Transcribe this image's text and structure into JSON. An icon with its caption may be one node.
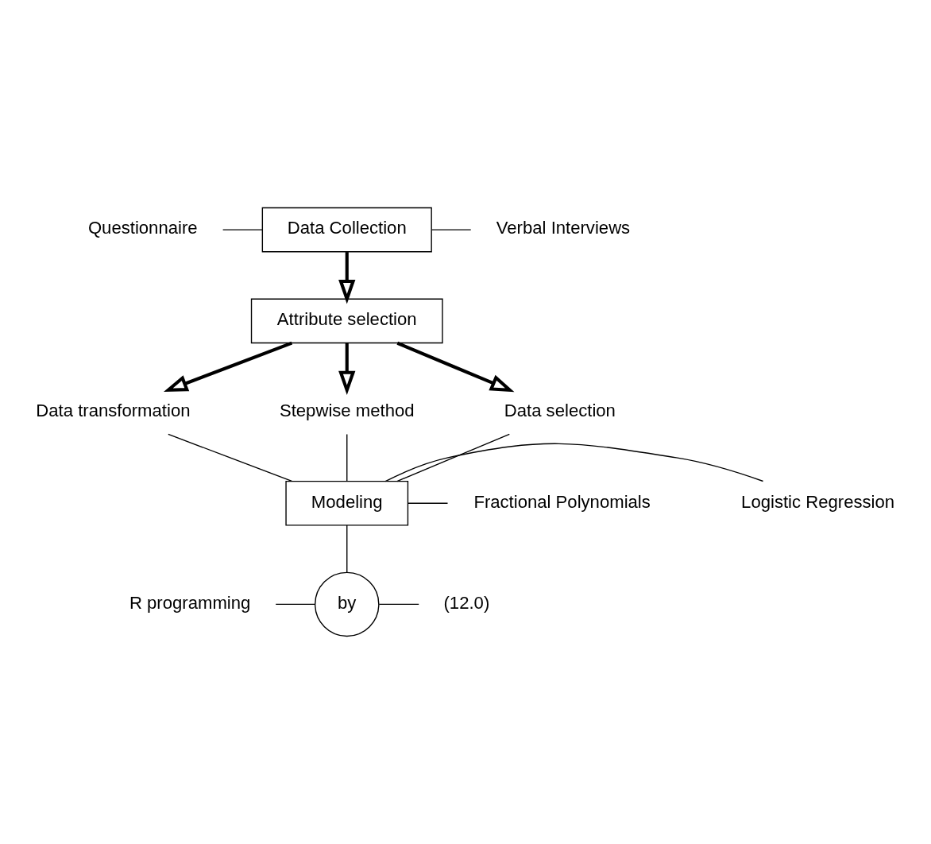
{
  "diagram": {
    "nodes": [
      {
        "text": [
          "Data Collection"
        ]
      },
      {
        "text": [
          "Questionnaire"
        ]
      },
      {
        "text": [
          "Verbal Interviews"
        ]
      },
      {
        "text": [
          "Attribute selection"
        ]
      },
      {
        "text": [
          "Data transformation"
        ]
      },
      {
        "text": [
          "Stepwise method"
        ]
      },
      {
        "text": [
          "Data selection"
        ]
      },
      {
        "text": [
          "Modeling"
        ]
      },
      {
        "text": [
          "Logistic Regression"
        ]
      },
      {
        "text": [
          "Fractional Polynomials"
        ]
      },
      {
        "text": [
          "by"
        ]
      },
      {
        "text": [
          "R programming"
        ]
      },
      {
        "text": [
          "(12.0)"
        ]
      }
    ],
    "edges": [
      {
        "from": 1,
        "to": 0,
        "arrow": "none"
      },
      {
        "from": 0,
        "to": 2,
        "arrow": "none"
      },
      {
        "from": 0,
        "to": 3,
        "arrow": "to",
        "style": "thick"
      },
      {
        "from": 3,
        "to": 4,
        "arrow": "to",
        "style": "thick"
      },
      {
        "from": 3,
        "to": 5,
        "arrow": "to",
        "style": "thick"
      },
      {
        "from": 3,
        "to": 6,
        "arrow": "to",
        "style": "thick"
      },
      {
        "from": 4,
        "to": 7,
        "arrow": "none"
      },
      {
        "from": 5,
        "to": 7,
        "arrow": "none"
      },
      {
        "from": 6,
        "to": 7,
        "arrow": "none"
      },
      {
        "from": 7,
        "to": 8,
        "arrow": "none"
      },
      {
        "from": 7,
        "to": 9,
        "arrow": "none"
      },
      {
        "from": 7,
        "to": 10,
        "arrow": "none"
      },
      {
        "from": 11,
        "to": 10,
        "arrow": "none"
      },
      {
        "from": 10,
        "to": 12,
        "arrow": "none"
      }
    ]
  }
}
